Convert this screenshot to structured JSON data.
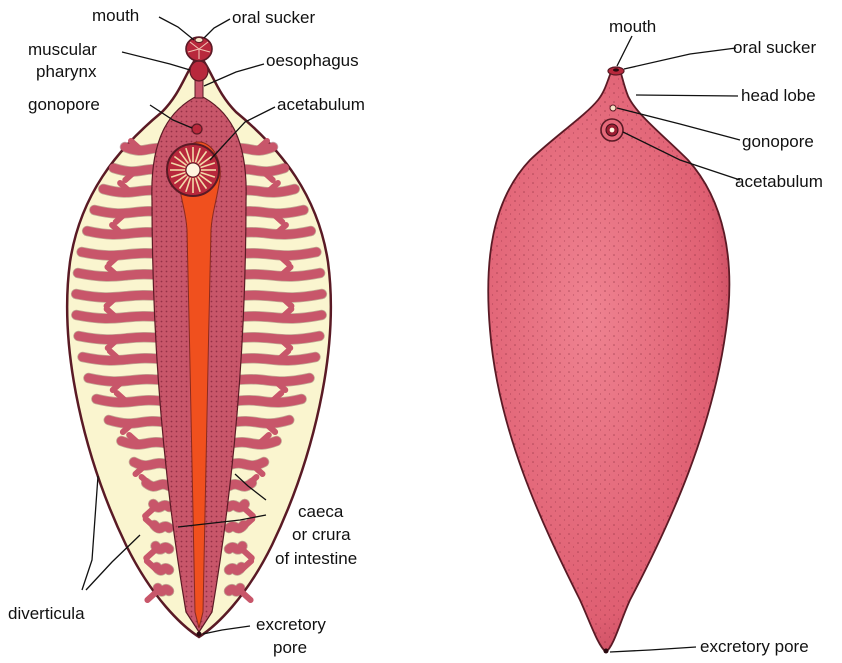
{
  "colors": {
    "outline": "#5a1a25",
    "tegument": "#faf5cf",
    "caeca": "#c8566a",
    "intestine": "#f0501e",
    "sucker": "#b8283c",
    "body_surface": "#e5697a",
    "label": "#111111"
  },
  "left_figure": {
    "labels": {
      "mouth": "mouth",
      "oral_sucker": "oral sucker",
      "muscular": "muscular",
      "pharynx": "pharynx",
      "oesophagus": "oesophagus",
      "gonopore": "gonopore",
      "acetabulum": "acetabulum",
      "caeca_1": "caeca",
      "caeca_2": "or crura",
      "caeca_3": "of intestine",
      "diverticula": "diverticula",
      "excretory_1": "excretory",
      "excretory_2": "pore"
    }
  },
  "right_figure": {
    "labels": {
      "mouth": "mouth",
      "oral_sucker": "oral sucker",
      "head_lobe": "head lobe",
      "gonopore": "gonopore",
      "acetabulum": "acetabulum",
      "excretory_pore": "excretory pore"
    }
  }
}
